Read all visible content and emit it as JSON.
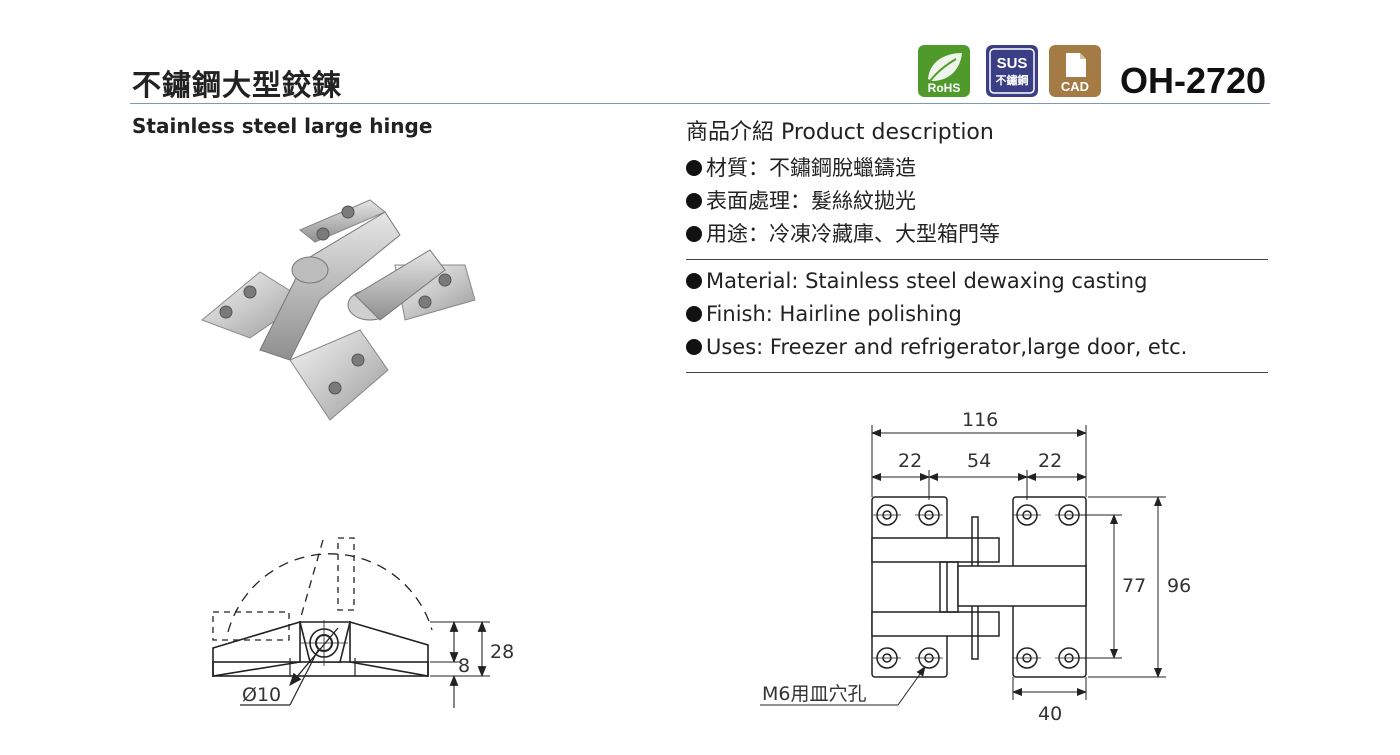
{
  "header": {
    "title_zh": "不鏽鋼大型鉸鍊",
    "title_en": "Stainless steel large hinge",
    "model": "OH-2720",
    "badges": [
      {
        "icon": "leaf-icon",
        "label": "RoHS",
        "color": "#4f9a2a"
      },
      {
        "icon": "sus-icon",
        "label_top": "SUS",
        "label_bottom": "不鏽鋼",
        "color": "#3a3f85"
      },
      {
        "icon": "file-icon",
        "label": "CAD",
        "color": "#a47a45"
      }
    ]
  },
  "description": {
    "heading": "商品介紹 Product description",
    "items_zh": [
      "材質：不鏽鋼脫蠟鑄造",
      "表面處理：髮絲紋拋光",
      "用途：冷凍冷藏庫、大型箱門等"
    ],
    "items_en": [
      "Material: Stainless steel dewaxing casting",
      "Finish: Hairline polishing",
      "Uses: Freezer and refrigerator,large door, etc."
    ]
  },
  "side_drawing": {
    "diameter": "Ø10",
    "dim_small": "8",
    "dim_large": "28"
  },
  "front_drawing": {
    "overall_width": "116",
    "leaf_width_left": "22",
    "middle_width": "54",
    "leaf_width_right": "22",
    "hole_spacing": "77",
    "overall_height": "96",
    "knuckle_width": "40",
    "hole_note": "M6用皿穴孔"
  }
}
